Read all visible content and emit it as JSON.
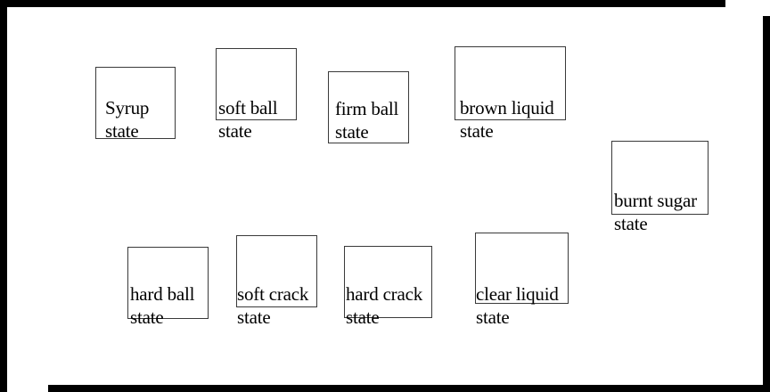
{
  "diagram": {
    "states": [
      {
        "id": "syrup",
        "label": "Syrup\nstate"
      },
      {
        "id": "soft-ball",
        "label": "soft ball\nstate"
      },
      {
        "id": "firm-ball",
        "label": "firm ball\nstate"
      },
      {
        "id": "brown-liquid",
        "label": "brown liquid\n state"
      },
      {
        "id": "burnt-sugar",
        "label": "burnt sugar\nstate"
      },
      {
        "id": "hard-ball",
        "label": "hard ball\nstate"
      },
      {
        "id": "soft-crack",
        "label": "soft crack\nstate"
      },
      {
        "id": "hard-crack",
        "label": "hard crack\nstate"
      },
      {
        "id": "clear-liquid",
        "label": "clear liquid\n state"
      }
    ]
  }
}
